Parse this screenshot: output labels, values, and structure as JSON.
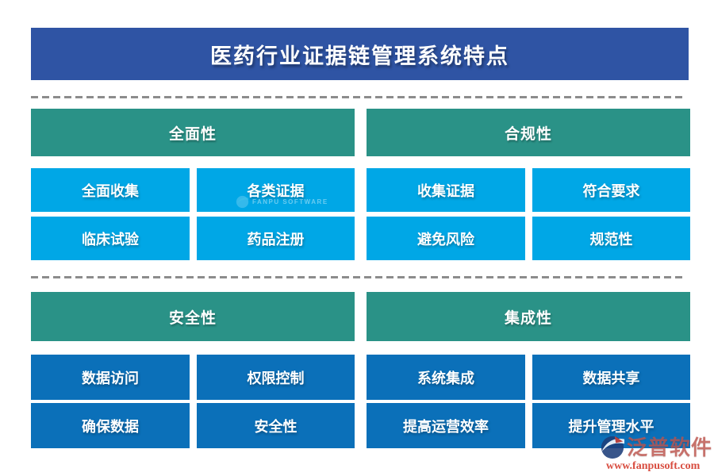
{
  "title": "医药行业证据链管理系统特点",
  "sections": [
    {
      "header": "全面性",
      "items": [
        "全面收集",
        "各类证据",
        "临床试验",
        "药品注册"
      ]
    },
    {
      "header": "合规性",
      "items": [
        "收集证据",
        "符合要求",
        "避免风险",
        "规范性"
      ]
    },
    {
      "header": "安全性",
      "items": [
        "数据访问",
        "权限控制",
        "确保数据",
        "安全性"
      ]
    },
    {
      "header": "集成性",
      "items": [
        "系统集成",
        "数据共享",
        "提高运营效率",
        "提升管理水平"
      ]
    }
  ],
  "colors": {
    "title_bar": "#2F54A4",
    "section_header": "#2A9287",
    "item_top": "#00A7E6",
    "item_bottom": "#0B70B9",
    "separator": "#8C8C8C",
    "logo_navy": "#1D3E7A",
    "logo_red": "#CF3B2F"
  },
  "watermarks": {
    "center_text": "FANPU SOFTWARE",
    "brand": "泛普软件",
    "site": "www.fanpusoft.com"
  }
}
